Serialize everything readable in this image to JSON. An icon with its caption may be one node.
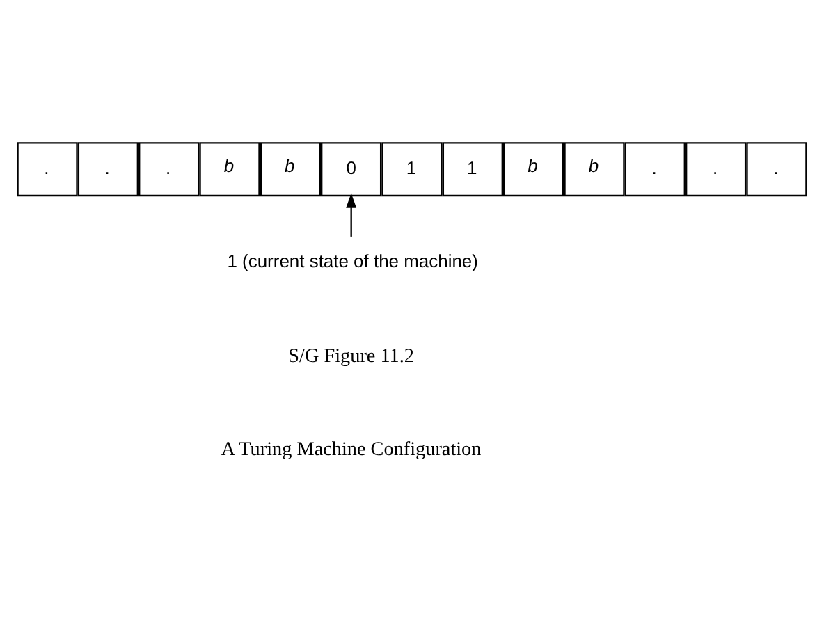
{
  "diagram": {
    "nodes": [
      {
        "text": [
          "."
        ]
      },
      {
        "text": [
          "."
        ]
      },
      {
        "text": [
          "."
        ]
      },
      {
        "text": [
          "b"
        ]
      },
      {
        "text": [
          "b"
        ]
      },
      {
        "text": [
          "0"
        ]
      },
      {
        "text": [
          "1"
        ]
      },
      {
        "text": [
          "1"
        ]
      },
      {
        "text": [
          "b"
        ]
      },
      {
        "text": [
          "b"
        ]
      },
      {
        "text": [
          "."
        ]
      },
      {
        "text": [
          "."
        ]
      },
      {
        "text": [
          "."
        ]
      },
      {
        "text": [
          "1 (current state of the machine)"
        ]
      }
    ],
    "edges": [
      {
        "from": 13,
        "to": 5,
        "arrow": "to"
      }
    ],
    "labels": [
      "S/G Figure 11.2",
      "A Turing Machine Configuration"
    ]
  }
}
